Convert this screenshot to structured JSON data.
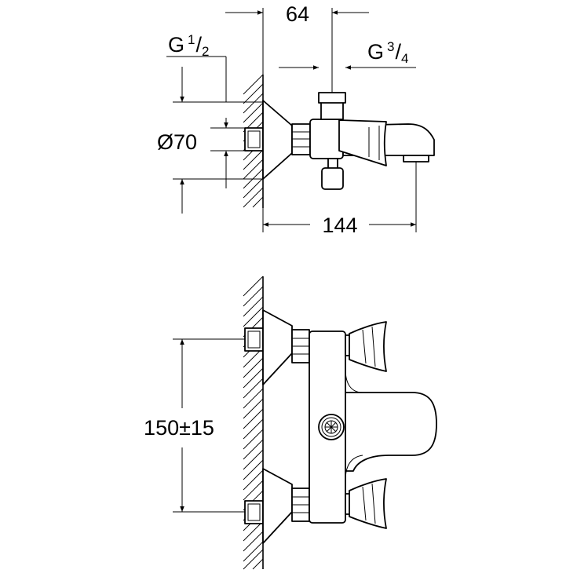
{
  "top_view": {
    "dim_width": "64",
    "thread_left_main": "G",
    "thread_left_num": "1",
    "thread_left_den": "2",
    "thread_right_main": "G",
    "thread_right_num": "3",
    "thread_right_den": "4",
    "dim_diameter": "Ø70",
    "dim_projection": "144"
  },
  "front_view": {
    "dim_centers": "150±15"
  }
}
